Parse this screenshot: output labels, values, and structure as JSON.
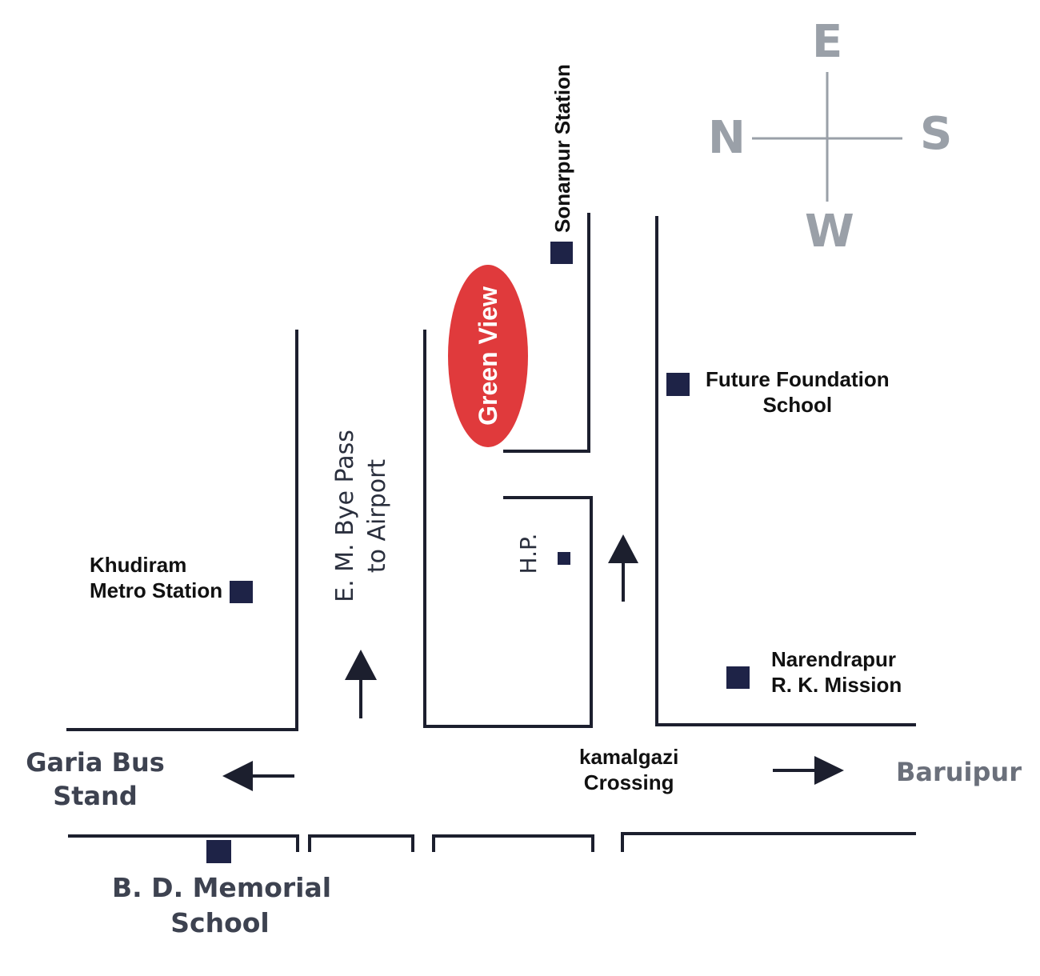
{
  "map": {
    "highlight": {
      "label": "Green View",
      "color": "#e03a3c",
      "text_color": "#ffffff"
    },
    "roads": {
      "bypass": [
        "E. M. Bye Pass",
        "to Airport"
      ],
      "hp": "H.P.",
      "crossing": [
        "kamalgazi",
        "Crossing"
      ]
    },
    "landmarks": {
      "sonarpur": "Sonarpur Station",
      "future_foundation": [
        "Future Foundation",
        "School"
      ],
      "khudiram": [
        "Khudiram",
        "Metro Station"
      ],
      "narendrapur": [
        "Narendrapur",
        "R. K. Mission"
      ],
      "garia": [
        "Garia Bus",
        "Stand"
      ],
      "baruipur": "Baruipur",
      "bd_memorial": [
        "B. D. Memorial",
        "School"
      ]
    },
    "compass": {
      "north": "N",
      "south": "S",
      "east": "E",
      "west": "W"
    },
    "colors": {
      "road_line": "#1c1f2e",
      "marker": "#1e2347",
      "compass": "#9aa0a8"
    }
  }
}
